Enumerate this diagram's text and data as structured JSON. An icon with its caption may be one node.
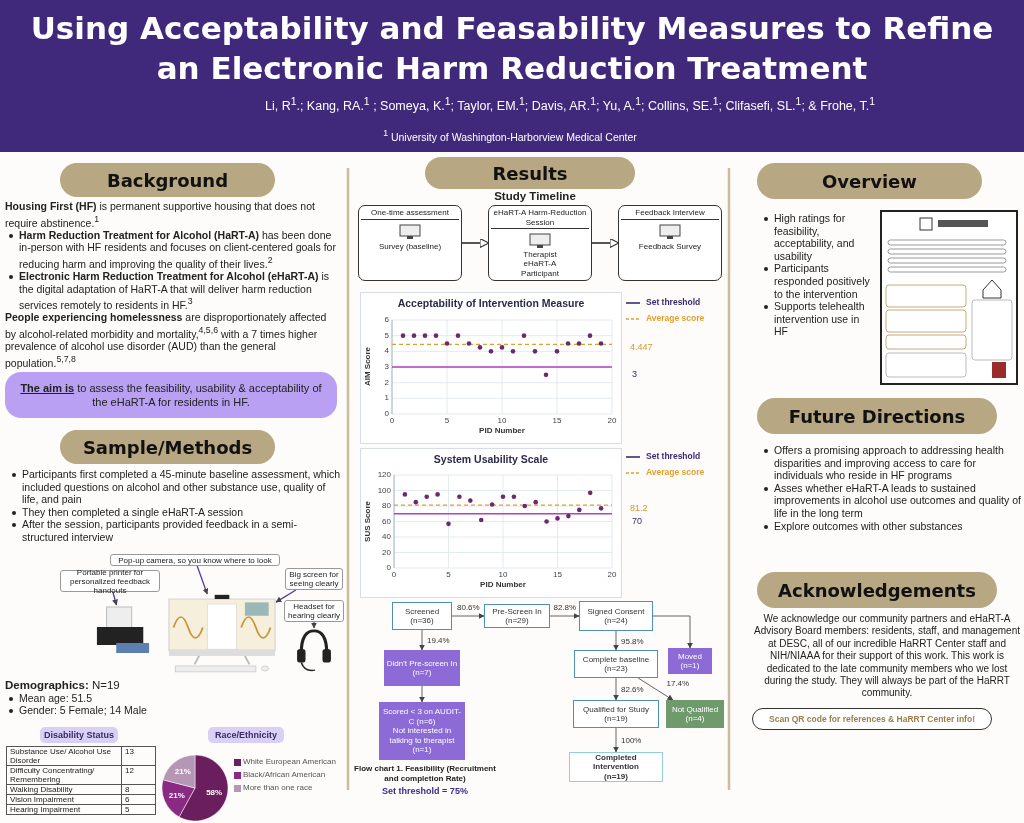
{
  "diagram": {
    "title": "Using Acceptability and Feasability Measures to Refine an Electronic Harm Reduction Treatment",
    "nodes": [
      {
        "text": [
          "Background"
        ]
      },
      {
        "text": [
          "**The aim is** to assess the feasibility, usability & acceptability of the eHaRT-A for residents in HF."
        ]
      },
      {
        "text": [
          "Sample/Methods"
        ]
      },
      {
        "text": [
          "Pop-up camera, so you know where to look"
        ]
      },
      {
        "text": [
          "Big screen for seeing clearly"
        ]
      },
      {
        "text": [
          "Portable printer for personalized feedback handouts"
        ]
      },
      {
        "text": [],
        "shape": "picture"
      },
      {
        "text": [],
        "shape": "picture"
      },
      {
        "text": [
          "Headset for hearing clearly"
        ]
      },
      {
        "text": [],
        "shape": "picture"
      },
      {
        "text": [
          "Disability Status"
        ]
      },
      {
        "text": [
          "Race/Ethnicity"
        ]
      },
      {
        "text": [
          "Results"
        ]
      },
      {
        "text": [
          "One-time assessment",
          "Survey (baseline)"
        ]
      },
      {
        "text": [
          "eHaRT-A Harm-Reduction Session",
          "Therapist",
          "eHaRT-A",
          "Participant"
        ]
      },
      {
        "text": [
          "Feedback Interview",
          "Feedback Survey"
        ]
      },
      {
        "text": [
          "Screened",
          "(n=36)"
        ]
      },
      {
        "text": [
          "Pre-Screen In",
          "(n=29)"
        ]
      },
      {
        "text": [
          "Signed Consent",
          "(n=24)"
        ]
      },
      {
        "text": [
          "Didn't Pre-screen In",
          "(n=7)"
        ]
      },
      {
        "text": [
          "Moved",
          "(n=1)"
        ]
      },
      {
        "text": [
          "Complete baseline",
          "(n=23)"
        ]
      },
      {
        "text": [
          "Scored < 3 on AUDIT-C (n=6)",
          "Not interested in talking to therapist (n=1)"
        ]
      },
      {
        "text": [
          "Qualified for Study",
          "(n=19)"
        ]
      },
      {
        "text": [
          "Not Qualified",
          "(n=4)"
        ]
      },
      {
        "text": [
          "Completed Intervention",
          "(n=19)"
        ]
      },
      {
        "text": [
          "Overview"
        ]
      },
      {
        "text": [
          "Future Directions"
        ]
      },
      {
        "text": [
          "Acknowledgements"
        ]
      },
      {
        "text": [
          "Scan QR code for references & HaRRT Center info!"
        ]
      }
    ],
    "edges": [
      {
        "from": 3,
        "to": 7,
        "arrow": "to"
      },
      {
        "from": 4,
        "to": 7,
        "arrow": "to"
      },
      {
        "from": 5,
        "to": 6,
        "arrow": "to"
      },
      {
        "from": 8,
        "to": 9,
        "arrow": "to"
      },
      {
        "from": 13,
        "to": 14,
        "arrow": "to"
      },
      {
        "from": 14,
        "to": 15,
        "arrow": "to"
      },
      {
        "from": 16,
        "to": 17,
        "arrow": "to",
        "label": "80.6%"
      },
      {
        "from": 17,
        "to": 18,
        "arrow": "to",
        "label": "82.8%"
      },
      {
        "from": 18,
        "to": 20,
        "arrow": "to"
      },
      {
        "from": 16,
        "to": 19,
        "arrow": "to",
        "label": "19.4%"
      },
      {
        "from": 18,
        "to": 21,
        "arrow": "to",
        "label": "95.8%"
      },
      {
        "from": 19,
        "to": 22,
        "arrow": "to"
      },
      {
        "from": 21,
        "to": 23,
        "arrow": "to",
        "label": "82.6%"
      },
      {
        "from": 21,
        "to": 24,
        "arrow": "to",
        "label": "17.4%"
      },
      {
        "from": 23,
        "to": 25,
        "arrow": "to",
        "label": "100%"
      }
    ],
    "labels": [
      "Li, R$^{1}$.; Kang,  RA.$^{1}$ ; Someya, K.$^{1}$; Taylor, EM.$^{1}$; Davis, AR.$^{1}$; Yu, A.$^{1}$; Collins, SE.$^{1}$; Clifasefi, SL.$^{1}$; & Frohe, T.$^{1}$",
      "$^{1}$ University of Washington-Harborview Medical Center",
      "**Housing First (HF)** is permanent supportive housing that does not require abstinence.$^{1}$",
      "**Harm Reduction Treatment for Alcohol (HaRT-A)** has been done in-person with HF residents and focuses on client-centered goals for reducing harm and improving the quality of their lives.$^{2}$",
      "**Electronic Harm Reduction Treatment for Alcohol (eHaRT-A)** is the digital adaptation of HaRT-A that will deliver harm reduction services remotely to residents in HF.$^{3}$",
      "**People experiencing homelessness** are disproportionately affected by alcohol-related morbidity and mortality,$^{4,5,6}$ with a 7 times higher prevalence of alcohol use disorder (AUD) than the general population.$^{5,7,8}$",
      "Participants first completed a 45-minute baseline assessment, which included questions on alcohol and other substance use, quality of life, and pain",
      "They then completed a single eHaRT-A session",
      "After the session, participants provided feedback in a semi-structured interview",
      "**Demographics:** N=19",
      "Mean age: 51.5",
      "Gender: 5 Female; 14 Male",
      "Substance Use/ Alcohol Use Disorder",
      "13",
      "Difficulty Concentrating/ Remembering",
      "12",
      "Walking Disability",
      "8",
      "Vision Impairment",
      "6",
      "Hearing Impairment",
      "5",
      "21%",
      "21%",
      "58%",
      "Study Timeline",
      "Acceptability of Intervention Measure",
      "6",
      "5",
      "4",
      "3",
      "2",
      "1",
      "0",
      "AIM Score",
      "0",
      "5",
      "10",
      "15",
      "20",
      "PID Number",
      "4.447",
      "3",
      "System Usability Scale",
      "120",
      "100",
      "80",
      "60",
      "40",
      "20",
      "0",
      "SUS Score",
      "0",
      "5",
      "10",
      "15",
      "20",
      "PID Number",
      "81.2",
      "70",
      "Flow chart 1. Feasibility (Recruitment and completion Rate)",
      "Set threshold = 75%",
      "High ratings for feasibility, acceptability, and usability",
      "Participants responded positively to the intervention",
      "Supports telehealth intervention use in HF",
      "Offers a promising approach to addressing health disparities and improving access to care for individuals who reside in HF programs",
      "Asses whether eHaRT-A leads to sustained improvements in alcohol use outcomes and quality of life in the long term",
      "Explore outcomes with other substances",
      "We acknowledge our community partners and eHaRT-A Advisory Board members: residents, staff, and management at DESC, all of our incredible HaRRT Center staff and NIH/NIAAA for their support of this work. This work is dedicated to the late community members who we lost during the study. They will always be part of the HaRRT community."
    ],
    "legend": [
      {
        "text": "Set threshold"
      },
      {
        "text": "Average score"
      },
      {
        "text": "Set threshold"
      },
      {
        "text": "Average score"
      },
      {
        "text": "White European American",
        "color": "#6b1e5e"
      },
      {
        "text": "Black/African American",
        "color": "#8b2a84"
      },
      {
        "text": "More than one race",
        "color": "#b596b4"
      }
    ]
  }
}
